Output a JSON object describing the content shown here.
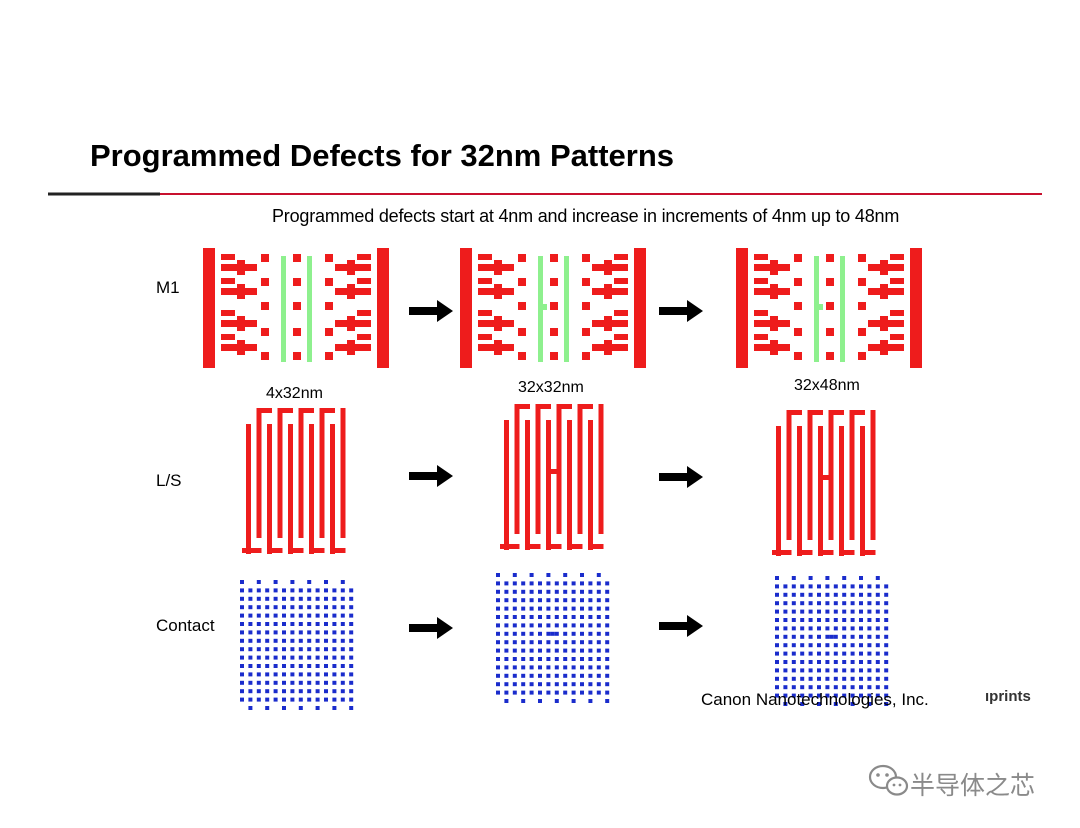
{
  "slide": {
    "title": "Programmed Defects for 32nm Patterns",
    "subtitle": "Programmed defects start at 4nm and increase in increments of 4nm up to 48nm"
  },
  "rows": [
    {
      "label": "M1"
    },
    {
      "label": "L/S"
    },
    {
      "label": "Contact"
    }
  ],
  "defect_sizes": [
    "4x32nm",
    "32x32nm",
    "32x48nm"
  ],
  "footer": {
    "company": "Canon Nanotechnologies, Inc.",
    "brand_fragment": "ıprints"
  },
  "watermark": {
    "text": "半导体之芯",
    "icon": "wechat-icon"
  },
  "colors": {
    "pattern": "#ee1c1c",
    "defect_line": "#8ef08e",
    "contact": "#1a2ccc",
    "arrow": "#000000",
    "rule_red": "#c8102e"
  }
}
